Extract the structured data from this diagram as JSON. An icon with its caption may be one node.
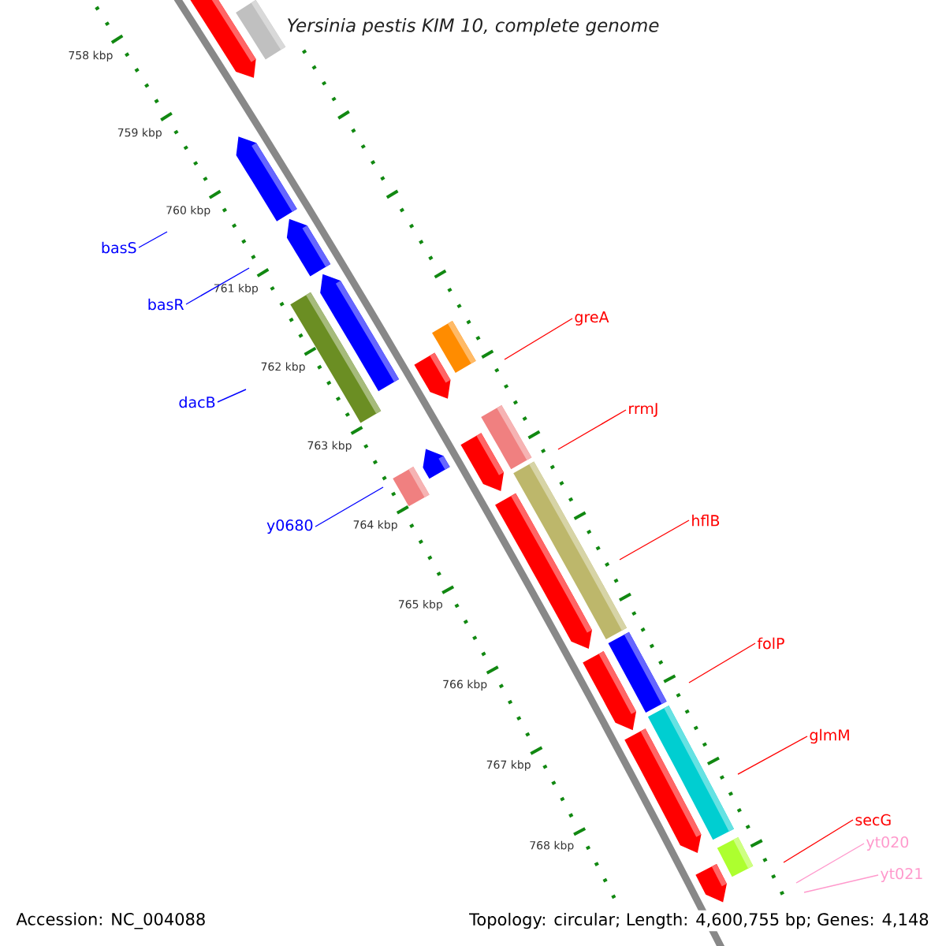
{
  "diagram": {
    "title": "Yersinia pestis KIM 10, complete genome",
    "nodes": [
      {
        "text": [
          "basS"
        ]
      },
      {
        "text": [
          "basR"
        ]
      },
      {
        "text": [
          "dacB"
        ]
      },
      {
        "text": [
          "y0680"
        ]
      },
      {
        "text": [
          "greA"
        ]
      },
      {
        "text": [
          "rrmJ"
        ]
      },
      {
        "text": [
          "hflB"
        ]
      },
      {
        "text": [
          "folP"
        ]
      },
      {
        "text": [
          "glmM"
        ]
      },
      {
        "text": [
          "secG"
        ]
      },
      {
        "text": [
          "yt020"
        ]
      },
      {
        "text": [
          "yt021"
        ]
      }
    ],
    "edges": [
      {
        "from": 0,
        "to": null,
        "arrow": "none",
        "color": "#0000ff"
      },
      {
        "from": 1,
        "to": null,
        "arrow": "none",
        "color": "#0000ff"
      },
      {
        "from": 2,
        "to": null,
        "arrow": "none",
        "color": "#0000ff"
      },
      {
        "from": 3,
        "to": null,
        "arrow": "none",
        "color": "#0000ff"
      },
      {
        "from": 4,
        "to": null,
        "arrow": "none"
      },
      {
        "from": 5,
        "to": null,
        "arrow": "none"
      },
      {
        "from": 6,
        "to": null,
        "arrow": "none"
      },
      {
        "from": 7,
        "to": null,
        "arrow": "none"
      },
      {
        "from": 8,
        "to": null,
        "arrow": "none"
      },
      {
        "from": 9,
        "to": null,
        "arrow": "none"
      },
      {
        "from": 10,
        "to": null,
        "arrow": "none",
        "color": "#ff99cc"
      },
      {
        "from": 11,
        "to": null,
        "arrow": "none",
        "color": "#ff99cc"
      }
    ],
    "labels": [
      "758 kbp",
      "759 kbp",
      "760 kbp",
      "761 kbp",
      "762 kbp",
      "763 kbp",
      "764 kbp",
      "765 kbp",
      "766 kbp",
      "767 kbp",
      "768 kbp",
      "Accession: NC_004088",
      "Topology: circular; Length: 4,600,755 bp; Genes: 4,148"
    ]
  }
}
